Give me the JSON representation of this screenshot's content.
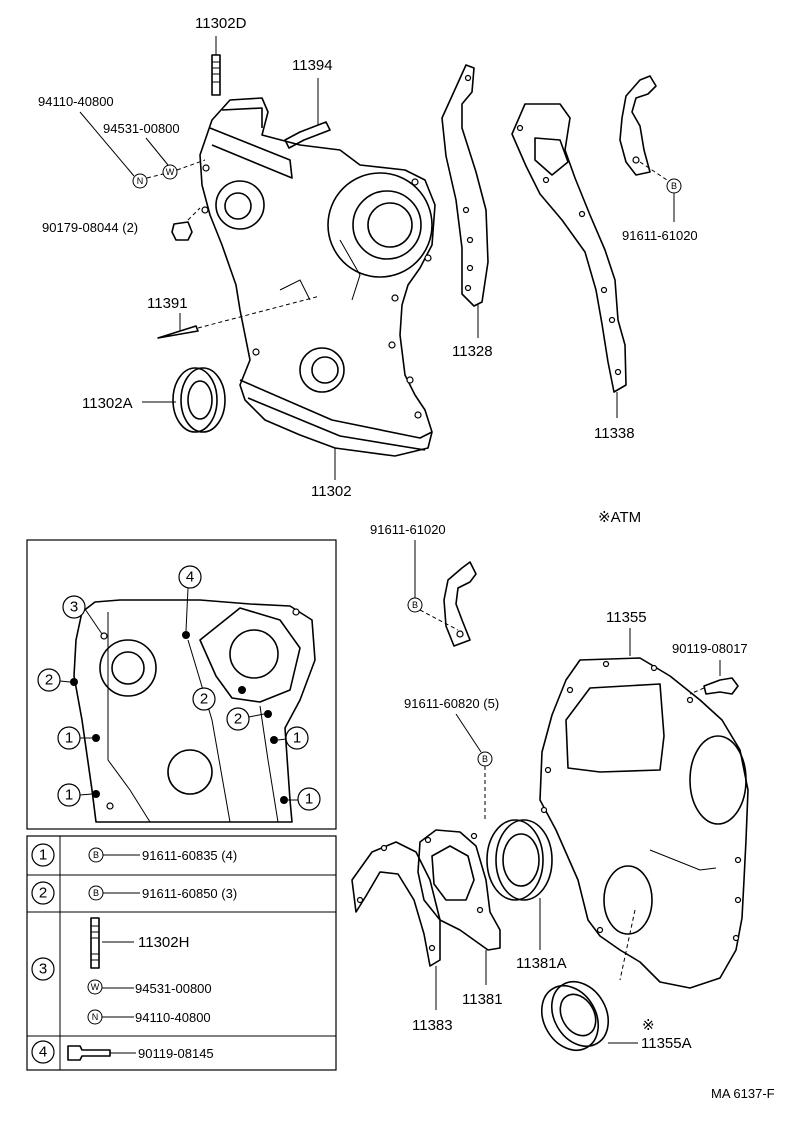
{
  "labels": {
    "p11302D": "11302D",
    "p11394": "11394",
    "p94110_40800": "94110-40800",
    "p94531_00800": "94531-00800",
    "p90179_08044": "90179-08044  (2)",
    "p11391": "11391",
    "p11302A": "11302A",
    "p11302": "11302",
    "p11328": "11328",
    "p11338": "11338",
    "p91611_61020_top": "91611-61020",
    "atm": "※ATM",
    "p91611_61020_mid": "91611-61020",
    "p11355": "11355",
    "p90119_08017": "90119-08017",
    "p91611_60820": "91611-60820  (5)",
    "p11381A": "11381A",
    "p11381": "11381",
    "p11383": "11383",
    "p11355A_mark": "※",
    "p11355A": "11355A",
    "code": "MA 6137-F"
  },
  "markers": {
    "N": "N",
    "W": "W",
    "B": "B"
  },
  "legend": {
    "rows": [
      {
        "num": "1",
        "items": [
          {
            "marker": "B",
            "part": "91611-60835  (4)"
          }
        ]
      },
      {
        "num": "2",
        "items": [
          {
            "marker": "B",
            "part": "91611-60850  (3)"
          }
        ]
      },
      {
        "num": "3",
        "items": [
          {
            "marker": "",
            "part": "11302H"
          },
          {
            "marker": "W",
            "part": "94531-00800"
          },
          {
            "marker": "N",
            "part": "94110-40800"
          }
        ]
      },
      {
        "num": "4",
        "items": [
          {
            "marker": "",
            "part": "90119-08145"
          }
        ]
      }
    ]
  },
  "inset_numbers": [
    "3",
    "4",
    "2",
    "2",
    "2",
    "1",
    "1",
    "1",
    "1"
  ]
}
